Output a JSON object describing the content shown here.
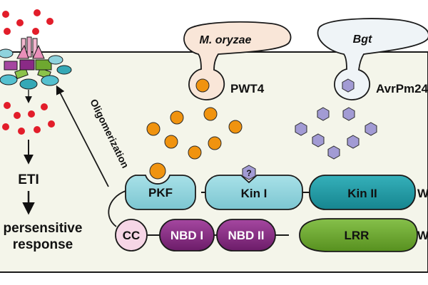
{
  "pathogens": {
    "left": "M. oryzae",
    "right": "Bgt"
  },
  "effectors": {
    "left": "PWT4",
    "right": "AvrPm24"
  },
  "domains": {
    "pkf": "PKF",
    "kin1": "Kin I",
    "kin2": "Kin II",
    "cc": "CC",
    "nbd1": "NBD I",
    "nbd2": "NBD II",
    "lrr": "LRR",
    "question": "?"
  },
  "row_labels": {
    "top": "W",
    "bottom": "W"
  },
  "pathway": {
    "oligomerization": "Oligomerization",
    "eti": "ETI",
    "hr_line1": "persensitive",
    "hr_line2": "response"
  },
  "colors": {
    "cell_fill": "#f4f5ea",
    "pathogen_fill": "#f9e6d8",
    "pathogen_fill_right": "#eff4f7",
    "orange_effector": "#f0930f",
    "purple_effector": "#a29bd4",
    "kinase_light": "#8fd3dd",
    "kinase_dark": "#1f9ba5",
    "nbd": "#8a2a86",
    "lrr": "#6ea830",
    "cc": "#f6d6e6",
    "red_dot": "#e21d2a"
  }
}
